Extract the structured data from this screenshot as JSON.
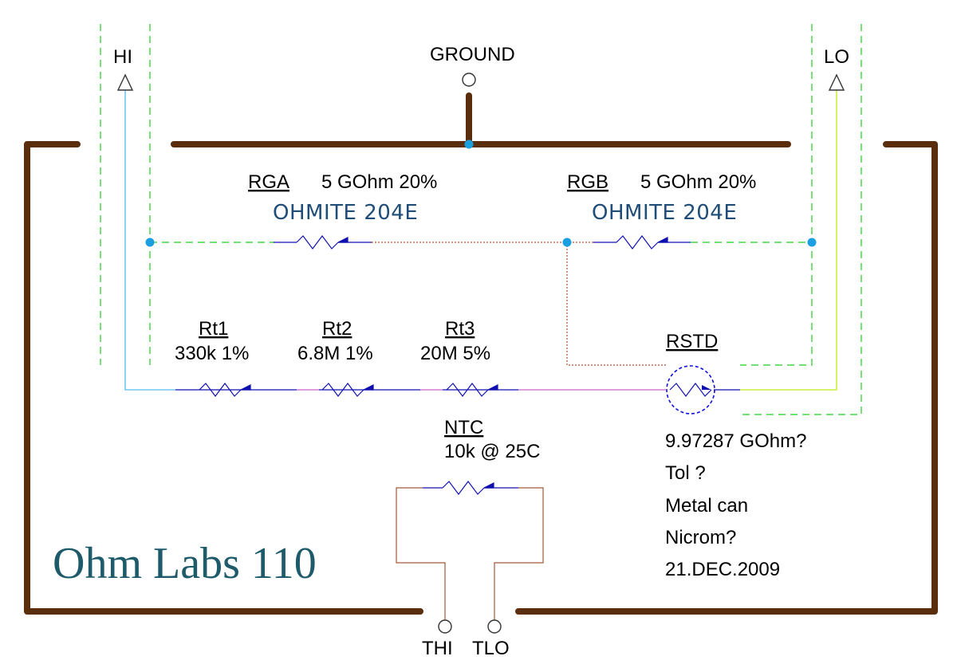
{
  "terminals": {
    "hi": "HI",
    "lo": "LO",
    "ground": "GROUND",
    "thi": "THI",
    "tlo": "TLO"
  },
  "resistors": {
    "rga": {
      "name": "RGA",
      "value": "5 GOhm 20%",
      "part": "OHMITE 204E"
    },
    "rgb": {
      "name": "RGB",
      "value": "5 GOhm 20%",
      "part": "OHMITE 204E"
    },
    "rt1": {
      "name": "Rt1",
      "value": "330k 1%"
    },
    "rt2": {
      "name": "Rt2",
      "value": "6.8M 1%"
    },
    "rt3": {
      "name": "Rt3",
      "value": "20M 5%"
    },
    "rstd": {
      "name": "RSTD"
    },
    "ntc": {
      "name": "NTC",
      "value": "10k @ 25C"
    }
  },
  "rstd_notes": [
    "9.97287 GOhm?",
    "Tol ?",
    "Metal can",
    "Nicrom?",
    "21.DEC.2009"
  ],
  "title": "Ohm Labs 110",
  "colors": {
    "enclosure": "#5a2d0c",
    "junction": "#1aa0e0",
    "guard_dash": "#22cc22",
    "resistor": "#1010b0",
    "ohmite_text": "#1e4e78",
    "title": "#1d5a6a",
    "hi_wire": "#55bbee",
    "lo_wire": "#ccee44",
    "series_wire": "#cc66cc",
    "rga_link": "#b05030",
    "ntc_wire": "#a05a3a"
  }
}
